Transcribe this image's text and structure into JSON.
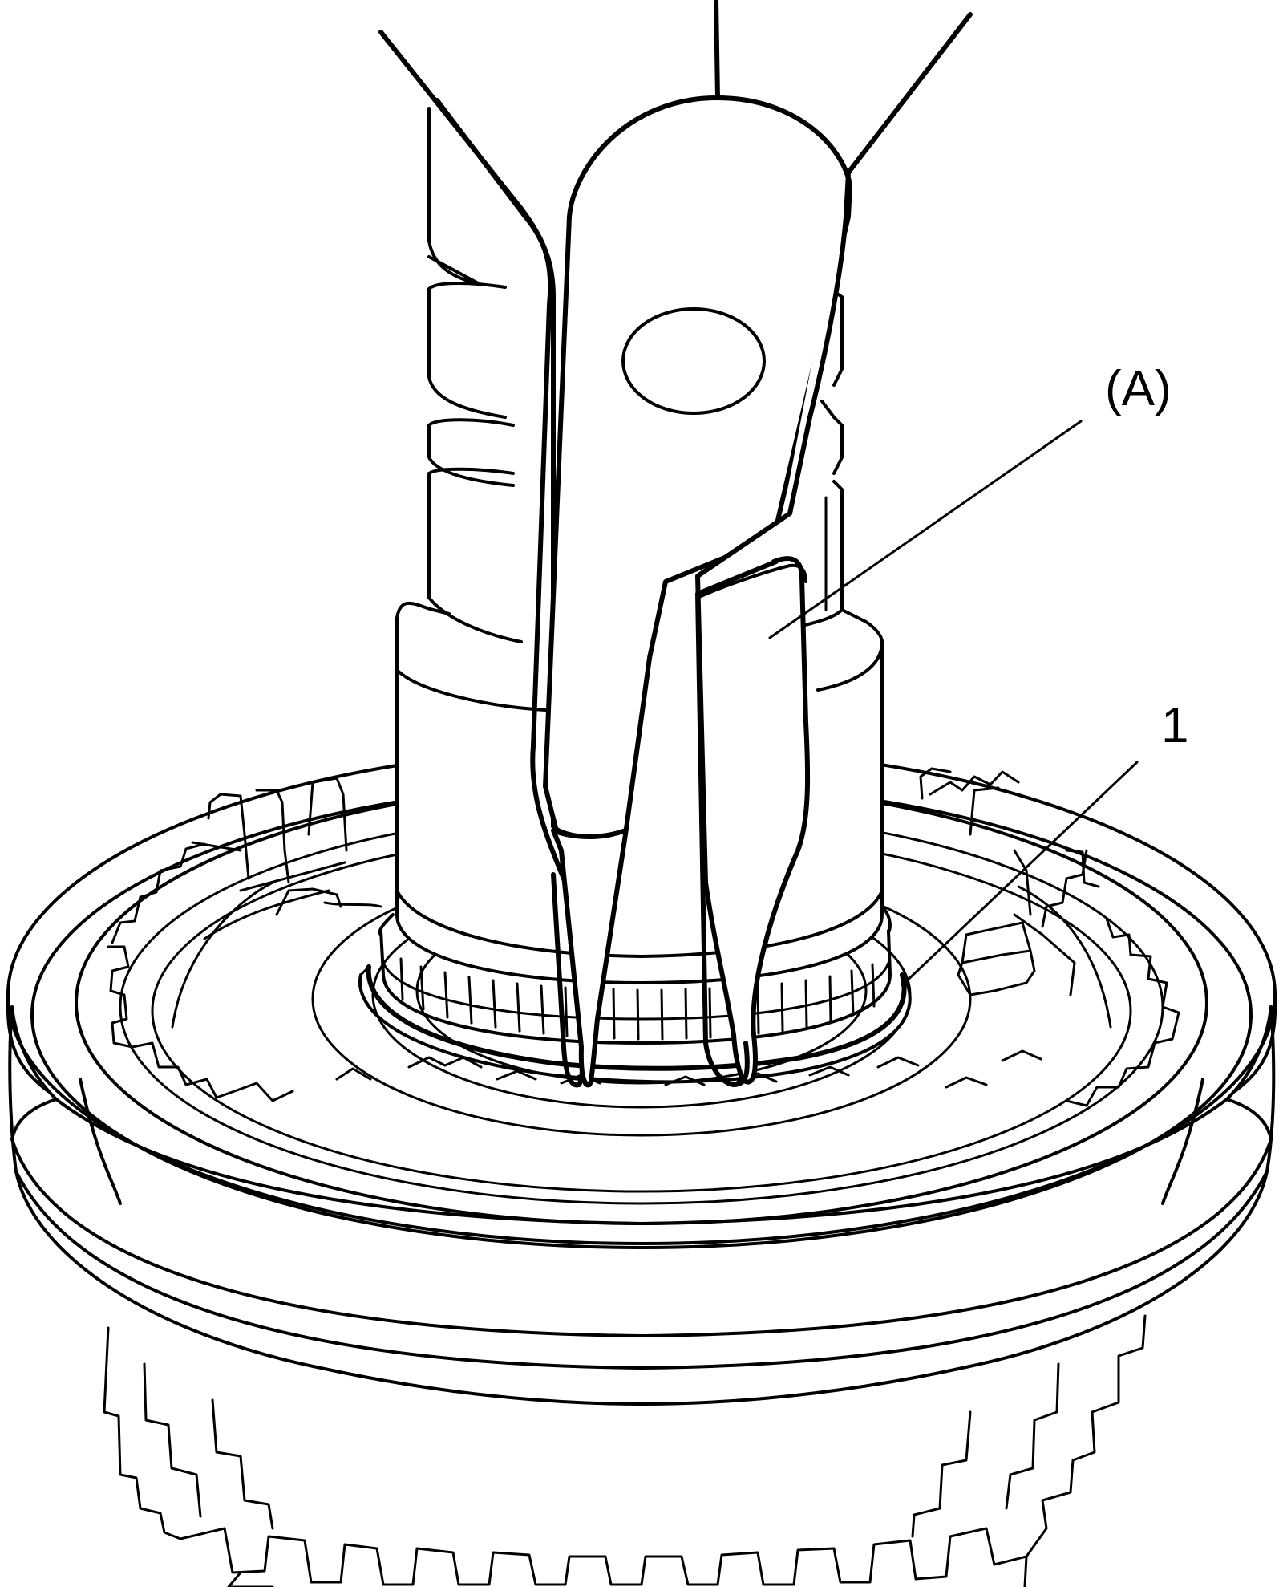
{
  "diagram": {
    "callouts": [
      {
        "id": "A",
        "label": "(A)"
      },
      {
        "id": "1",
        "label": "1"
      }
    ],
    "colors": {
      "ink": "#000000",
      "paper": "#ffffff"
    }
  }
}
